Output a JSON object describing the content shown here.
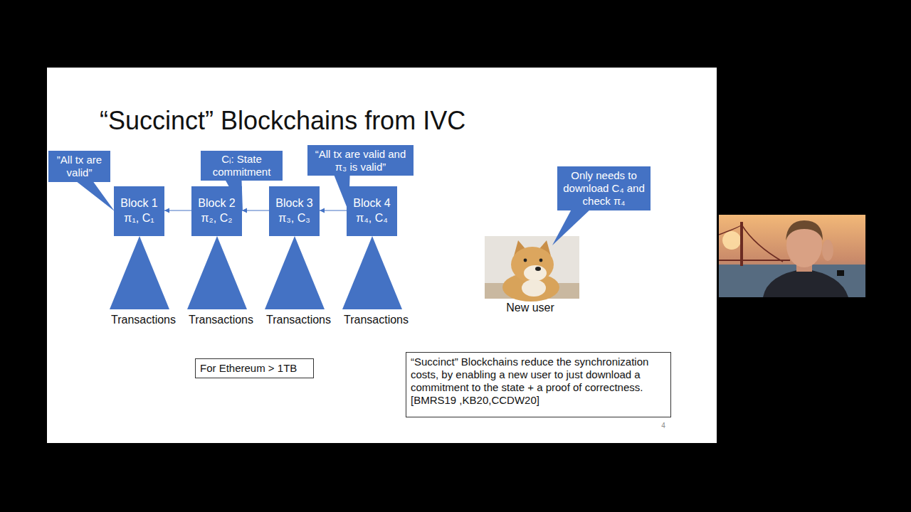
{
  "diagram": {
    "title": "“Succinct” Blockchains from IVC",
    "nodes": [
      {
        "text": [
          "”All tx are valid”"
        ]
      },
      {
        "text": [
          "Cᵢ: State commitment"
        ]
      },
      {
        "text": [
          "“All tx are valid and π₃ is valid”"
        ]
      },
      {
        "text": [
          "Only needs to download C₄ and check π₄"
        ]
      },
      {
        "text": [
          "Block 1",
          "π₁, C₁"
        ]
      },
      {
        "text": [
          "Block 2",
          "π₂, C₂"
        ]
      },
      {
        "text": [
          "Block 3",
          "π₃, C₃"
        ]
      },
      {
        "text": [
          "Block 4",
          "π₄, C₄"
        ]
      },
      {
        "text": [
          "Transactions"
        ]
      },
      {
        "text": [
          "Transactions"
        ]
      },
      {
        "text": [
          "Transactions"
        ]
      },
      {
        "text": [
          "Transactions"
        ]
      },
      {
        "text": [
          "For Ethereum > 1TB"
        ]
      },
      {
        "text": [
          "“Succinct” Blockchains reduce the synchronization costs, by enabling a new user to just download a commitment to the state + a proof of correctness. [BMRS19 ,KB20,CCDW20]"
        ]
      }
    ],
    "edges": [
      {
        "from": 5,
        "to": 4,
        "arrow": "to"
      },
      {
        "from": 6,
        "to": 5,
        "arrow": "to"
      },
      {
        "from": 7,
        "to": 6,
        "arrow": "to"
      }
    ],
    "labels": [
      "New user",
      "4"
    ]
  }
}
